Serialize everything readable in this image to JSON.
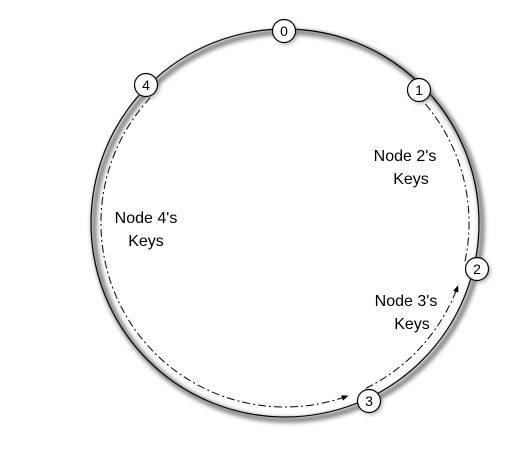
{
  "ring": {
    "nodes": [
      {
        "id": "node-0",
        "label": "0"
      },
      {
        "id": "node-1",
        "label": "1"
      },
      {
        "id": "node-2",
        "label": "2"
      },
      {
        "id": "node-3",
        "label": "3"
      },
      {
        "id": "node-4",
        "label": "4"
      }
    ],
    "key_ranges": [
      {
        "id": "node-2-keys",
        "line1": "Node 2's",
        "line2": "Keys"
      },
      {
        "id": "node-3-keys",
        "line1": "Node 3's",
        "line2": "Keys"
      },
      {
        "id": "node-4-keys",
        "line1": "Node 4's",
        "line2": "Keys"
      }
    ]
  },
  "colors": {
    "ring_stroke": "#000000",
    "shadow": "#7a7a7a",
    "node_fill": "#ffffff",
    "background": "#ffffff"
  }
}
